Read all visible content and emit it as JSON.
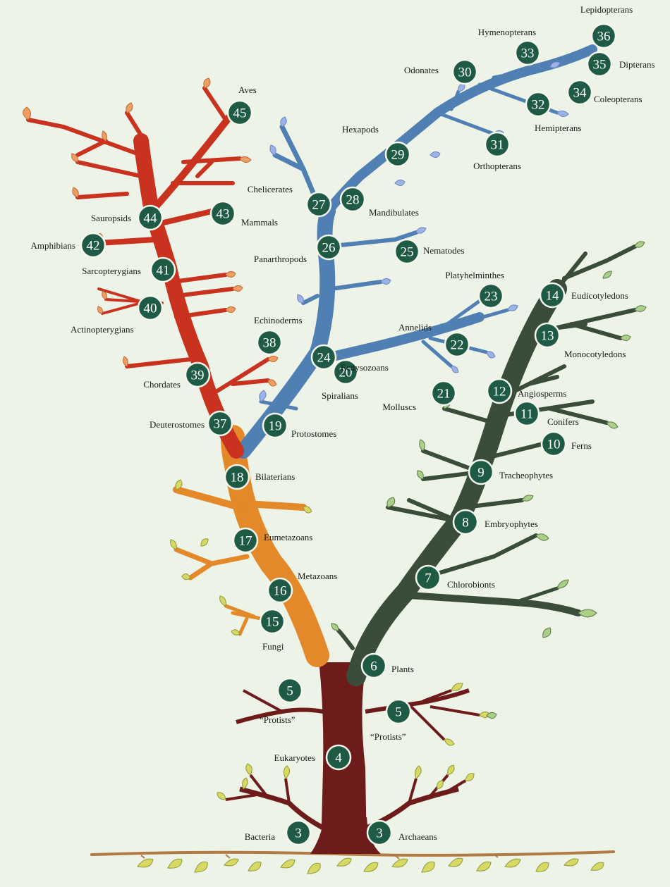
{
  "colors": {
    "background": "#edf3e6",
    "node_fill": "#1f5a45",
    "trunk": "#6e1b1c",
    "chordates": "#c8321f",
    "animals_base": "#e3892a",
    "protostomes": "#4f7fb3",
    "plants": "#3a4c3a",
    "ground": "#b27a44",
    "leaf_yellow": "#d8d964",
    "leaf_orange": "#ef9e62",
    "leaf_blue": "#9bb3e6",
    "leaf_green": "#a9cf88"
  },
  "nodes": [
    {
      "num": "3",
      "label": "Bacteria"
    },
    {
      "num": "3",
      "label": "Archaeans"
    },
    {
      "num": "4",
      "label": "Eukaryotes"
    },
    {
      "num": "5",
      "label": "“Protists”"
    },
    {
      "num": "5",
      "label": "“Protists”"
    },
    {
      "num": "6",
      "label": "Plants"
    },
    {
      "num": "7",
      "label": "Chlorobionts"
    },
    {
      "num": "8",
      "label": "Embryophytes"
    },
    {
      "num": "9",
      "label": "Tracheophytes"
    },
    {
      "num": "10",
      "label": "Ferns"
    },
    {
      "num": "11",
      "label": "Conifers"
    },
    {
      "num": "12",
      "label": "Angiosperms"
    },
    {
      "num": "13",
      "label": "Monocotyledons"
    },
    {
      "num": "14",
      "label": "Eudicotyledons"
    },
    {
      "num": "15",
      "label": "Fungi"
    },
    {
      "num": "16",
      "label": "Metazoans"
    },
    {
      "num": "17",
      "label": "Eumetazoans"
    },
    {
      "num": "18",
      "label": "Bilaterians"
    },
    {
      "num": "19",
      "label": "Protostomes"
    },
    {
      "num": "20",
      "label": "Spiralians"
    },
    {
      "num": "21",
      "label": "Molluscs"
    },
    {
      "num": "22",
      "label": "Annelids"
    },
    {
      "num": "23",
      "label": "Platyhelminthes"
    },
    {
      "num": "24",
      "label": "Ecdysozoans"
    },
    {
      "num": "25",
      "label": "Nematodes"
    },
    {
      "num": "26",
      "label": "Panarthropods"
    },
    {
      "num": "27",
      "label": "Chelicerates"
    },
    {
      "num": "28",
      "label": "Mandibulates"
    },
    {
      "num": "29",
      "label": "Hexapods"
    },
    {
      "num": "30",
      "label": "Odonates"
    },
    {
      "num": "31",
      "label": "Orthopterans"
    },
    {
      "num": "32",
      "label": "Hemipterans"
    },
    {
      "num": "33",
      "label": "Hymenopterans"
    },
    {
      "num": "34",
      "label": "Coleopterans"
    },
    {
      "num": "35",
      "label": "Dipterans"
    },
    {
      "num": "36",
      "label": "Lepidopterans"
    },
    {
      "num": "37",
      "label": "Deuterostomes"
    },
    {
      "num": "38",
      "label": "Echinoderms"
    },
    {
      "num": "39",
      "label": "Chordates"
    },
    {
      "num": "40",
      "label": "Actinopterygians"
    },
    {
      "num": "41",
      "label": "Sarcopterygians"
    },
    {
      "num": "42",
      "label": "Amphibians"
    },
    {
      "num": "43",
      "label": "Mammals"
    },
    {
      "num": "44",
      "label": "Sauropsids"
    },
    {
      "num": "45",
      "label": "Aves"
    }
  ]
}
